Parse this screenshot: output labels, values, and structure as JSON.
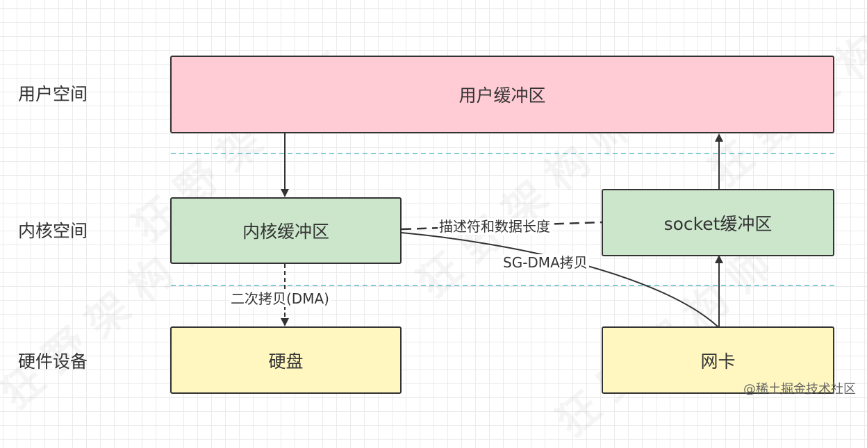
{
  "layers": [
    {
      "id": "user",
      "label": "用户空间"
    },
    {
      "id": "kernel",
      "label": "内核空间"
    },
    {
      "id": "hardware",
      "label": "硬件设备"
    }
  ],
  "boxes": {
    "user_buffer": {
      "label": "用户缓冲区",
      "fill": "#ffccd5"
    },
    "kernel_buffer": {
      "label": "内核缓冲区",
      "fill": "#cce6cc"
    },
    "socket_buffer": {
      "label": "socket缓冲区",
      "fill": "#cce6cc"
    },
    "disk": {
      "label": "硬盘",
      "fill": "#fff7bf"
    },
    "nic": {
      "label": "网卡",
      "fill": "#fff7bf"
    }
  },
  "edges": {
    "descriptor": "描述符和数据长度",
    "sg_dma": "SG-DMA拷贝",
    "dma_copy": "二次拷贝(DMA)"
  },
  "colors": {
    "separator": "#5bb8c9",
    "line": "#333333"
  },
  "watermark": "狂野架构师",
  "credit": "@稀土掘金技术社区"
}
